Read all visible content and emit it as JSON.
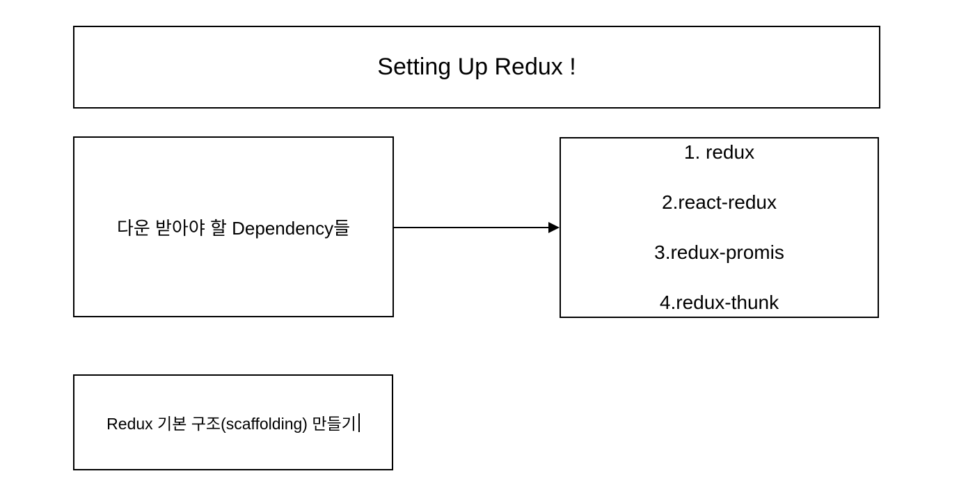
{
  "canvas": {
    "background": "#ffffff",
    "shape_fill": "#ffffff",
    "stroke_color": "#000000",
    "text_color": "#000000"
  },
  "title_box": {
    "label": "Setting Up Redux !"
  },
  "dependencies_box": {
    "label": "다운 받아야 할 Dependency들"
  },
  "dependencies_list_box": {
    "items": [
      "1. redux",
      "2.react-redux",
      "3.redux-promis",
      "4.redux-thunk"
    ]
  },
  "scaffolding_box": {
    "label": "Redux 기본 구조(scaffolding) 만들기",
    "caret_visible": true
  },
  "arrow": {
    "direction": "right"
  }
}
